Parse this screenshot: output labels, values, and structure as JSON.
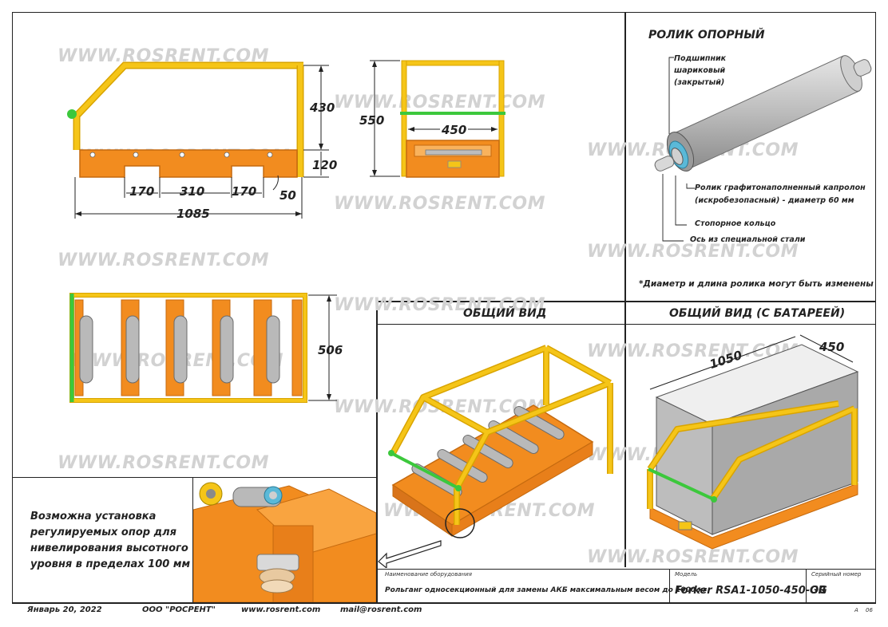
{
  "watermark": "WWW.ROSRENT.COM",
  "side_view": {
    "dims": {
      "height_frame": "430",
      "height_base": "120",
      "gap1": "170",
      "gap2": "310",
      "gap3": "170",
      "end": "50",
      "length": "1085"
    }
  },
  "front_view": {
    "dims": {
      "height": "550",
      "width": "450"
    }
  },
  "top_view": {
    "dims": {
      "width": "506"
    }
  },
  "roller_detail": {
    "title": "РОЛИК ОПОРНЫЙ",
    "labels": {
      "bearing": [
        "Подшипник",
        "шариковый",
        "(закрытый)"
      ],
      "roller": [
        "Ролик графитонаполненный капролон",
        "(искробезопасный) - диаметр 60 мм"
      ],
      "ring": "Стопорное кольцо",
      "axis": "Ось из специальной стали"
    },
    "note": "*Диаметр и длина ролика могут быть изменены"
  },
  "general_view": {
    "title": "ОБЩИЙ ВИД"
  },
  "battery_view": {
    "title": "ОБЩИЙ ВИД (С БАТАРЕЕЙ)",
    "dims": {
      "length": "1050",
      "width": "450"
    }
  },
  "adjustable_note": [
    "Возможна установка",
    "регулируемых опор для",
    "нивелирования высотного",
    "уровня в пределах 100 мм"
  ],
  "title_block": {
    "equipment_label": "Наименование оборудования",
    "equipment_value": "Рольганг односекционный для замены АКБ максимальным весом до 1000 кг",
    "model_label": "Модель",
    "model_value": "Forker RSA1-1050-450-OG",
    "serial_label": "Серийный номер",
    "serial_value": "GR"
  },
  "footer": {
    "date": "Январь 20, 2022",
    "company": "ООО \"РОСРЕНТ\"",
    "site": "www.rosrent.com",
    "mail": "mail@rosrent.com",
    "sheet_a": "А",
    "sheet_b": "06"
  },
  "colors": {
    "yellow": "#f5c518",
    "orange": "#f28c1f",
    "green": "#3cc83c",
    "roller": "#b9b9b9",
    "line": "#222222"
  }
}
